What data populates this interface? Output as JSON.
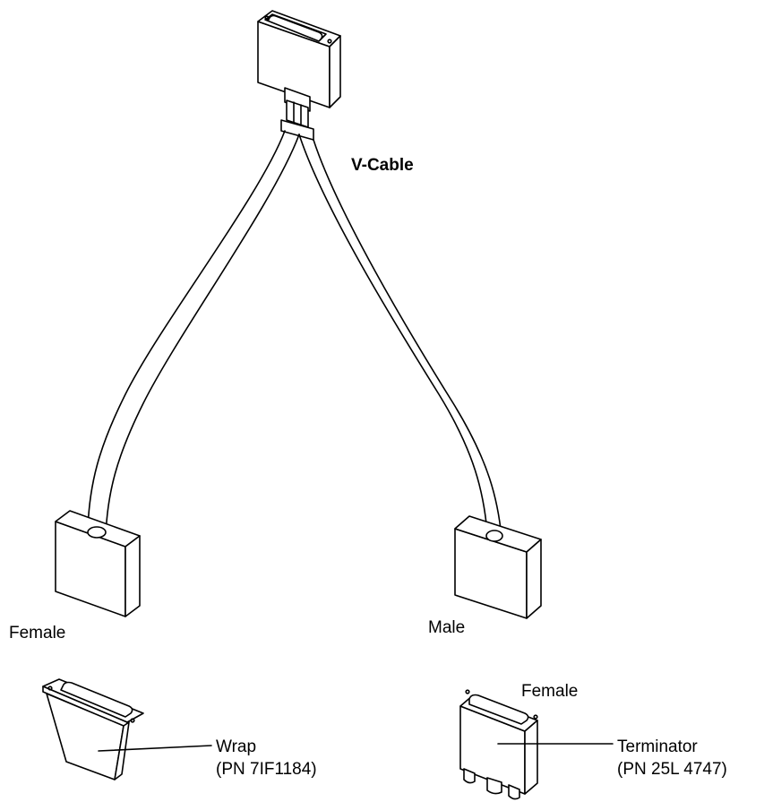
{
  "title": "V-Cable",
  "labels": {
    "female_end": "Female",
    "male_end": "Male",
    "terminator_female": "Female",
    "wrap_name": "Wrap",
    "wrap_pn": "(PN 7IF1184)",
    "terminator_name": "Terminator",
    "terminator_pn": "(PN 25L 4747)"
  }
}
